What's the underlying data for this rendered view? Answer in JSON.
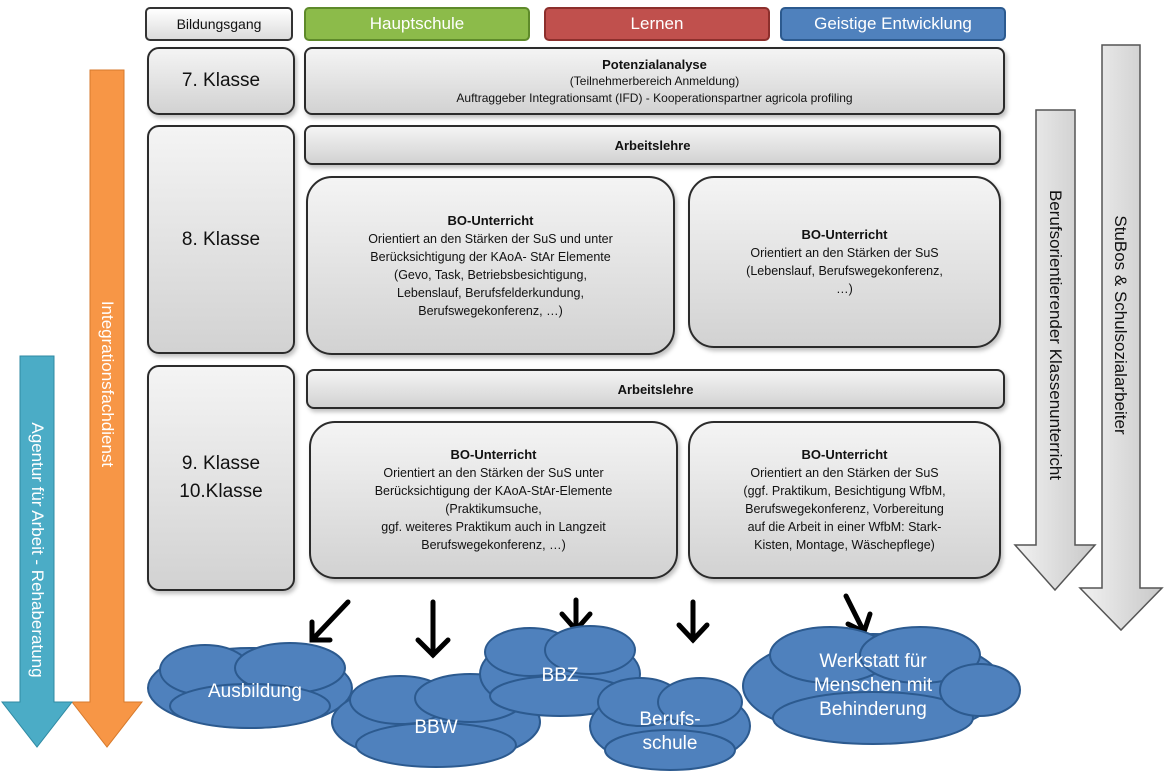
{
  "header": {
    "bildungsgang": "Bildungsgang",
    "hauptschule": "Hauptschule",
    "lernen": "Lernen",
    "geistige": "Geistige Entwicklung"
  },
  "classes": {
    "k7": "7. Klasse",
    "k8": "8. Klasse",
    "k9": "9. Klasse",
    "k10": "10.Klasse"
  },
  "potenzial": {
    "title": "Potenzialanalyse",
    "line1": "(Teilnehmerbereich Anmeldung)",
    "line2": "Auftraggeber Integrationsamt (IFD) - Kooperationspartner agricola profiling"
  },
  "arbeitslehre_8": "Arbeitslehre",
  "arbeitslehre_9": "Arbeitslehre",
  "bo8_left": {
    "title": "BO-Unterricht",
    "lines": [
      "Orientiert an den Stärken der SuS und unter",
      "Berücksichtigung der KAoA- StAr Elemente",
      "(Gevo, Task, Betriebsbesichtigung,",
      "Lebenslauf, Berufsfelderkundung,",
      "Berufswegekonferenz, …)"
    ]
  },
  "bo8_right": {
    "title": "BO-Unterricht",
    "lines": [
      "Orientiert an den Stärken der SuS",
      "(Lebenslauf, Berufswegekonferenz,",
      "…)"
    ]
  },
  "bo9_left": {
    "title": "BO-Unterricht",
    "lines": [
      "Orientiert an den Stärken der SuS unter",
      "Berücksichtigung der KAoA-StAr-Elemente",
      "(Praktikumsuche,",
      "ggf. weiteres Praktikum auch in Langzeit",
      "Berufswegekonferenz, …)"
    ]
  },
  "bo9_right": {
    "title": "BO-Unterricht",
    "lines": [
      "Orientiert an den Stärken der SuS",
      "(ggf. Praktikum, Besichtigung WfbM,",
      "Berufswegekonferenz, Vorbereitung",
      "auf die Arbeit in einer WfbM: Stark-",
      "Kisten, Montage, Wäschepflege)"
    ]
  },
  "arrows": {
    "integration": "Integrationsfachdienst",
    "agentur": "Agentur für Arbeit - Rehaberatung",
    "berufsorientierend": "Berufsorientierender Klassenunterricht",
    "stubos": "StuBos & Schulsozialarbeiter"
  },
  "clouds": {
    "ausbildung": "Ausbildung",
    "bbw": "BBW",
    "bbz": "BBZ",
    "berufsschule_1": "Berufs-",
    "berufsschule_2": "schule",
    "werkstatt_1": "Werkstatt für",
    "werkstatt_2": "Menschen mit",
    "werkstatt_3": "Behinderung"
  },
  "colors": {
    "hauptschule": "#8cbb4a",
    "lernen": "#c0504d",
    "geistige": "#4f81bd",
    "integration_arrow": "#f79646",
    "agentur_arrow": "#4bacc6",
    "cloud": "#4f81bd",
    "grey_arrow": "#d9d9d9"
  }
}
